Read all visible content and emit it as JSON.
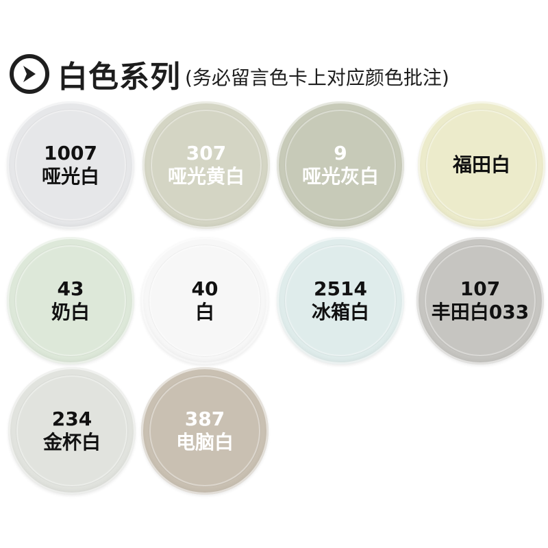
{
  "header": {
    "title": "白色系列",
    "subtitle": "(务必留言色卡上对应颜色批注)"
  },
  "swatches": [
    {
      "code": "1007",
      "name": "哑光白",
      "color": "#e6e7e9",
      "text_color": "#111111"
    },
    {
      "code": "307",
      "name": "哑光黄白",
      "color": "#d4d5c4",
      "text_color": "#ffffff"
    },
    {
      "code": "9",
      "name": "哑光灰白",
      "color": "#c7cab8",
      "text_color": "#ffffff"
    },
    {
      "code": "",
      "name": "福田白",
      "color": "#ecebcb",
      "text_color": "#111111"
    },
    {
      "code": "43",
      "name": "奶白",
      "color": "#dde8d9",
      "text_color": "#111111"
    },
    {
      "code": "40",
      "name": "白",
      "color": "#f7f7f7",
      "text_color": "#111111"
    },
    {
      "code": "2514",
      "name": "冰箱白",
      "color": "#dfeceb",
      "text_color": "#111111"
    },
    {
      "code": "107",
      "name": "丰田白033",
      "color": "#c6c5c1",
      "text_color": "#111111"
    },
    {
      "code": "234",
      "name": "金杯白",
      "color": "#e1e3de",
      "text_color": "#111111"
    },
    {
      "code": "387",
      "name": "电脑白",
      "color": "#c9c0b2",
      "text_color": "#ffffff"
    }
  ]
}
